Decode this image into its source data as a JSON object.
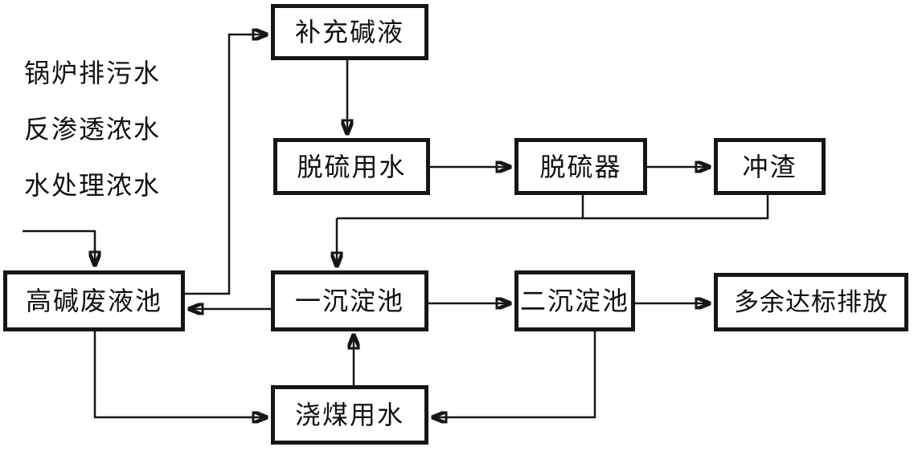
{
  "diagram": {
    "type": "flowchart",
    "language": "zh-CN",
    "nodes": {
      "buchong_jianye": {
        "label": "补充碱液"
      },
      "tuoliu_yongshui": {
        "label": "脱硫用水"
      },
      "tuoliu_qi": {
        "label": "脱硫器"
      },
      "chongzha": {
        "label": "冲渣"
      },
      "gaojian_feiyechi": {
        "label": "高碱废液池"
      },
      "yi_chendianchi": {
        "label": "一沉淀池"
      },
      "er_chendianchi": {
        "label": "二沉淀池"
      },
      "duoyu_dabiao": {
        "label": "多余达标排放"
      },
      "jiaomei_yongshui": {
        "label": "浇煤用水"
      }
    },
    "source_labels": [
      "锅炉排污水",
      "反渗透浓水",
      "水处理浓水"
    ],
    "flows": [
      {
        "from": "锅炉排污水/反渗透浓水/水处理浓水",
        "to": "高碱废液池"
      },
      {
        "from": "高碱废液池",
        "to": "补充碱液"
      },
      {
        "from": "补充碱液",
        "to": "脱硫用水"
      },
      {
        "from": "脱硫用水",
        "to": "脱硫器"
      },
      {
        "from": "脱硫器",
        "to": "冲渣"
      },
      {
        "from": "脱硫器",
        "to": "一沉淀池"
      },
      {
        "from": "冲渣",
        "to": "一沉淀池"
      },
      {
        "from": "一沉淀池",
        "to": "高碱废液池"
      },
      {
        "from": "一沉淀池",
        "to": "二沉淀池"
      },
      {
        "from": "二沉淀池",
        "to": "多余达标排放"
      },
      {
        "from": "二沉淀池",
        "to": "浇煤用水"
      },
      {
        "from": "高碱废液池",
        "to": "浇煤用水"
      },
      {
        "from": "浇煤用水",
        "to": "一沉淀池"
      }
    ],
    "colors": {
      "line": "#161616",
      "text": "#111111",
      "background": "#ffffff"
    }
  }
}
